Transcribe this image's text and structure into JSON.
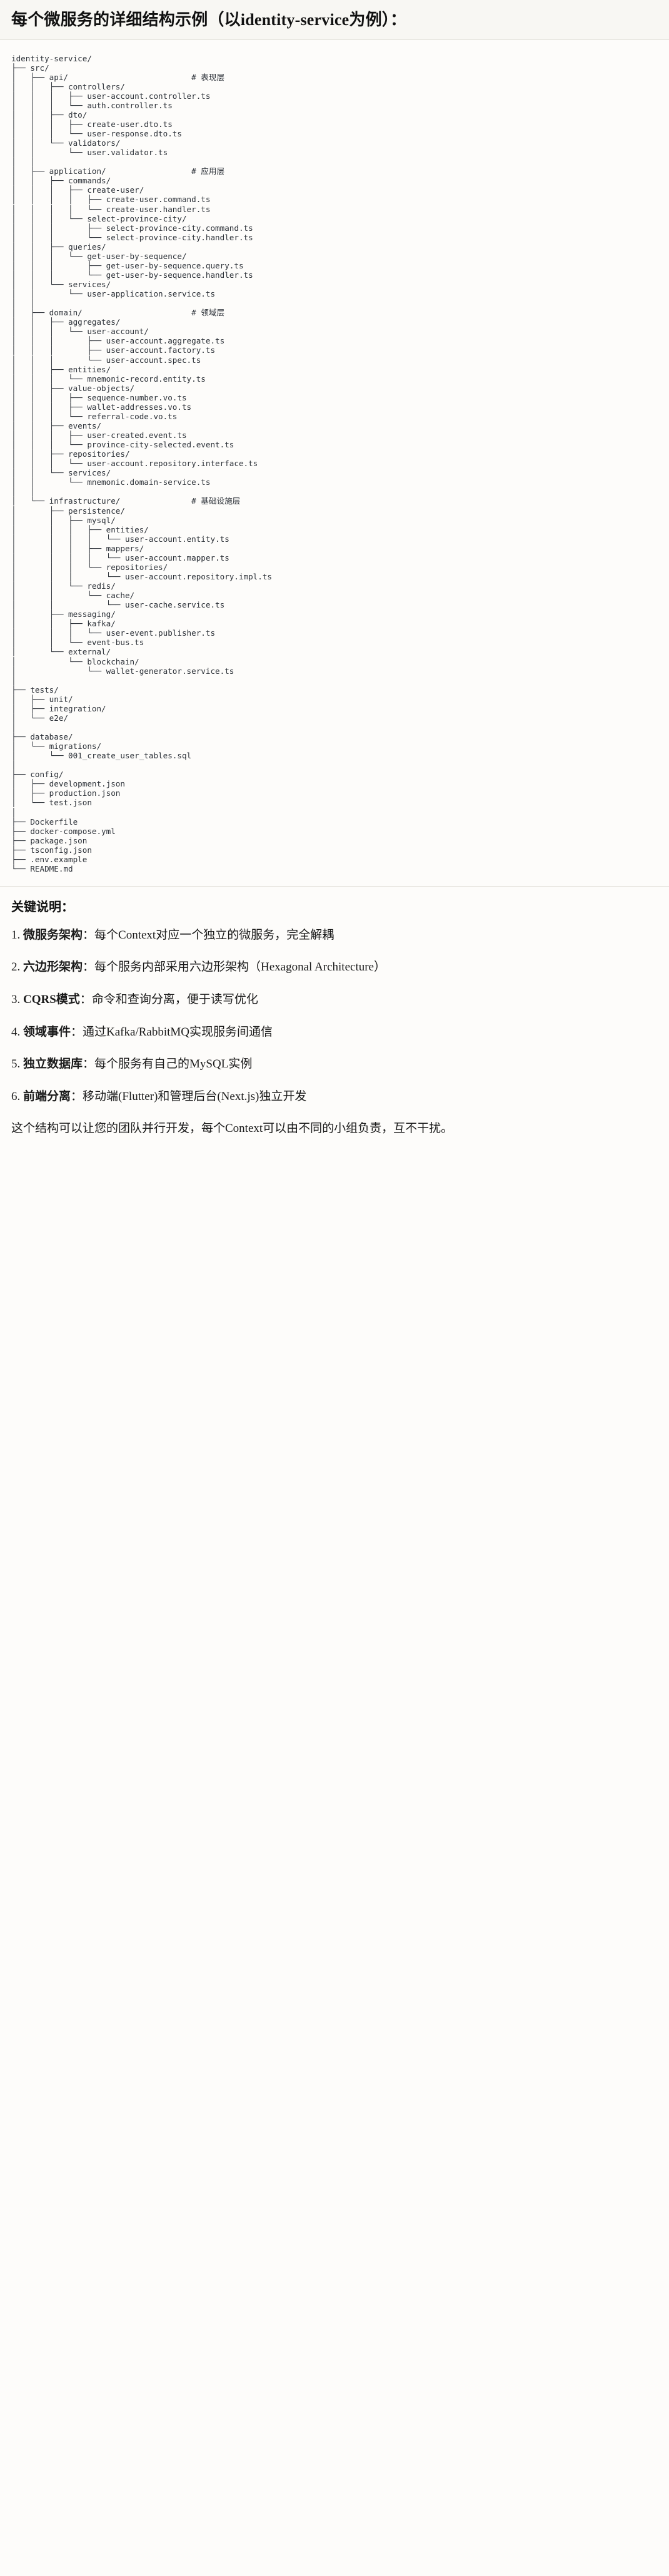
{
  "heading": {
    "title": "每个微服务的详细结构示例（以identity-service为例）："
  },
  "tree": {
    "root": "identity-service/",
    "comments": {
      "api": "# 表现层",
      "application": "# 应用层",
      "domain": "# 领域层",
      "infrastructure": "# 基础设施层"
    },
    "text": "identity-service/\n├── src/\n│   ├── api/                          # 表现层\n│   │   ├── controllers/\n│   │   │   ├── user-account.controller.ts\n│   │   │   └── auth.controller.ts\n│   │   ├── dto/\n│   │   │   ├── create-user.dto.ts\n│   │   │   └── user-response.dto.ts\n│   │   └── validators/\n│   │       └── user.validator.ts\n│   │\n│   ├── application/                  # 应用层\n│   │   ├── commands/\n│   │   │   ├── create-user/\n│   │   │   │   ├── create-user.command.ts\n│   │   │   │   └── create-user.handler.ts\n│   │   │   └── select-province-city/\n│   │   │       ├── select-province-city.command.ts\n│   │   │       └── select-province-city.handler.ts\n│   │   ├── queries/\n│   │   │   └── get-user-by-sequence/\n│   │   │       ├── get-user-by-sequence.query.ts\n│   │   │       └── get-user-by-sequence.handler.ts\n│   │   └── services/\n│   │       └── user-application.service.ts\n│   │\n│   ├── domain/                       # 领域层\n│   │   ├── aggregates/\n│   │   │   └── user-account/\n│   │   │       ├── user-account.aggregate.ts\n│   │   │       ├── user-account.factory.ts\n│   │   │       └── user-account.spec.ts\n│   │   ├── entities/\n│   │   │   └── mnemonic-record.entity.ts\n│   │   ├── value-objects/\n│   │   │   ├── sequence-number.vo.ts\n│   │   │   ├── wallet-addresses.vo.ts\n│   │   │   └── referral-code.vo.ts\n│   │   ├── events/\n│   │   │   ├── user-created.event.ts\n│   │   │   └── province-city-selected.event.ts\n│   │   ├── repositories/\n│   │   │   └── user-account.repository.interface.ts\n│   │   └── services/\n│   │       └── mnemonic.domain-service.ts\n│   │\n│   └── infrastructure/               # 基础设施层\n│       ├── persistence/\n│       │   ├── mysql/\n│       │   │   ├── entities/\n│       │   │   │   └── user-account.entity.ts\n│       │   │   ├── mappers/\n│       │   │   │   └── user-account.mapper.ts\n│       │   │   └── repositories/\n│       │   │       └── user-account.repository.impl.ts\n│       │   └── redis/\n│       │       └── cache/\n│       │           └── user-cache.service.ts\n│       ├── messaging/\n│       │   ├── kafka/\n│       │   │   └── user-event.publisher.ts\n│       │   └── event-bus.ts\n│       └── external/\n│           └── blockchain/\n│               └── wallet-generator.service.ts\n│\n├── tests/\n│   ├── unit/\n│   ├── integration/\n│   └── e2e/\n│\n├── database/\n│   └── migrations/\n│       └── 001_create_user_tables.sql\n│\n├── config/\n│   ├── development.json\n│   ├── production.json\n│   └── test.json\n│\n├── Dockerfile\n├── docker-compose.yml\n├── package.json\n├── tsconfig.json\n├── .env.example\n└── README.md"
  },
  "notes": {
    "title": "关键说明：",
    "items": [
      {
        "num": "1.",
        "name": "微服务架构",
        "sep": "：",
        "desc": "每个Context对应一个独立的微服务，完全解耦"
      },
      {
        "num": "2.",
        "name": "六边形架构",
        "sep": "：",
        "desc": "每个服务内部采用六边形架构（Hexagonal Architecture）"
      },
      {
        "num": "3.",
        "name": "CQRS模式",
        "sep": "：",
        "desc": "命令和查询分离，便于读写优化"
      },
      {
        "num": "4.",
        "name": "领域事件",
        "sep": "：",
        "desc": "通过Kafka/RabbitMQ实现服务间通信"
      },
      {
        "num": "5.",
        "name": "独立数据库",
        "sep": "：",
        "desc": "每个服务有自己的MySQL实例"
      },
      {
        "num": "6.",
        "name": "前端分离",
        "sep": "：",
        "desc": "移动端(Flutter)和管理后台(Next.js)独立开发"
      }
    ],
    "closing": "这个结构可以让您的团队并行开发，每个Context可以由不同的小组负责，互不干扰。"
  }
}
